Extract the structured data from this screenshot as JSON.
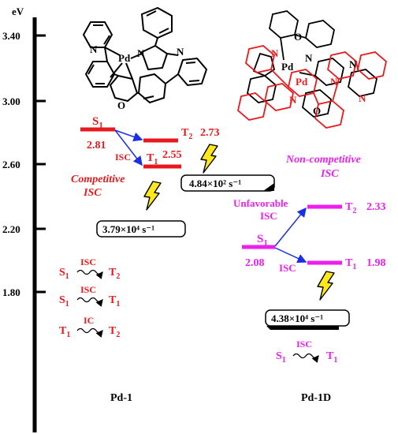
{
  "axis": {
    "unit": "eV",
    "ticks": [
      "3.40",
      "3.00",
      "2.60",
      "2.20",
      "1.80"
    ]
  },
  "pd1": {
    "name": "Pd-1",
    "s1": {
      "label": "S",
      "sub": "1",
      "value": "2.81"
    },
    "t2": {
      "label": "T",
      "sub": "2",
      "value": "2.73"
    },
    "t1": {
      "label": "T",
      "sub": "1",
      "value": "2.55"
    },
    "isc_arrow_label": "ISC",
    "competitive_line1": "Competitive",
    "competitive_line2": "ISC",
    "rate_t2": "4.84×10² s⁻¹",
    "rate_t1": "3.79×10⁴ s⁻¹",
    "legend": [
      {
        "from": "S",
        "from_sub": "1",
        "to": "T",
        "to_sub": "2",
        "process": "ISC"
      },
      {
        "from": "S",
        "from_sub": "1",
        "to": "T",
        "to_sub": "1",
        "process": "ISC"
      },
      {
        "from": "T",
        "from_sub": "1",
        "to": "T",
        "to_sub": "2",
        "process": "IC"
      }
    ]
  },
  "pd1d": {
    "name": "Pd-1D",
    "s1": {
      "label": "S",
      "sub": "1",
      "value": "2.08"
    },
    "t2": {
      "label": "T",
      "sub": "2",
      "value": "2.33"
    },
    "t1": {
      "label": "T",
      "sub": "1",
      "value": "1.98"
    },
    "noncomp_line1": "Non-competitive",
    "noncomp_line2": "ISC",
    "unfav_line1": "Unfavorable",
    "unfav_line2": "ISC",
    "isc_label": "ISC",
    "rate_t1": "4.38×10⁴ s⁻¹",
    "legend": {
      "from": "S",
      "from_sub": "1",
      "to": "T",
      "to_sub": "1",
      "process": "ISC"
    }
  },
  "molecule_atoms": {
    "n": "N",
    "pd": "Pd",
    "o": "O"
  },
  "colors": {
    "red": "#e8191c",
    "magenta": "#ee1fee",
    "blue": "#1a2ee8",
    "yellow": "#ffe81a",
    "black": "#000000"
  }
}
